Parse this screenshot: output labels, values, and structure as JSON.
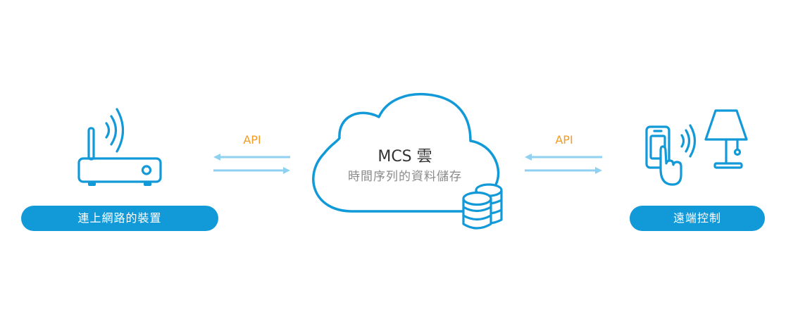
{
  "left_node": {
    "icon": "router-icon",
    "label": "連上網路的裝置"
  },
  "left_link": {
    "label": "API"
  },
  "center_node": {
    "icon": "cloud-database-icon",
    "title": "MCS 雲",
    "subtitle": "時間序列的資料儲存"
  },
  "right_link": {
    "label": "API"
  },
  "right_node": {
    "icons": [
      "phone-touch-icon",
      "wireless-signal-icon",
      "lamp-icon"
    ],
    "label": "遠端控制"
  },
  "colors": {
    "primary_blue": "#1199d8",
    "arrow_blue": "#8fd1f0",
    "api_orange": "#f39b23"
  }
}
